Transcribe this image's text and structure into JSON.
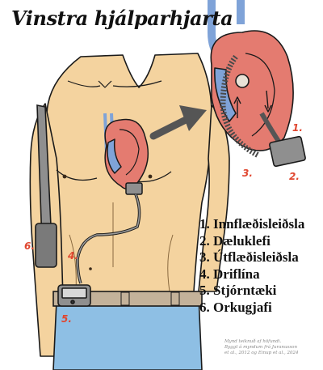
{
  "title": "Vinstra hjálparhjarta",
  "legend": [
    "1. Innflæðisleiðsla",
    "2. Dæluklefi",
    "3. Útflæðisleiðsla",
    "4. Driflína",
    "5. Stjórntæki",
    "6. Orkugjafi"
  ],
  "callouts": {
    "inset_1": "1.",
    "inset_2": "2.",
    "inset_3": "3.",
    "driveline": "4.",
    "controller": "5.",
    "battery": "6."
  },
  "credit": [
    "Mynd teiknuð af höfundi.",
    "Byggt á myndum frá Juranusson",
    "et al., 2012 og Einup et al., 2024"
  ],
  "colors": {
    "skin": "#f4d39f",
    "skin_shadow": "#e2b778",
    "heart_red": "#e47b70",
    "vessel_blue": "#7fa3d8",
    "device_gray": "#8f8f8f",
    "pants": "#8ebfe4",
    "belt": "#c4b29a",
    "callout_red": "#e0462f",
    "arrow": "#555555"
  }
}
